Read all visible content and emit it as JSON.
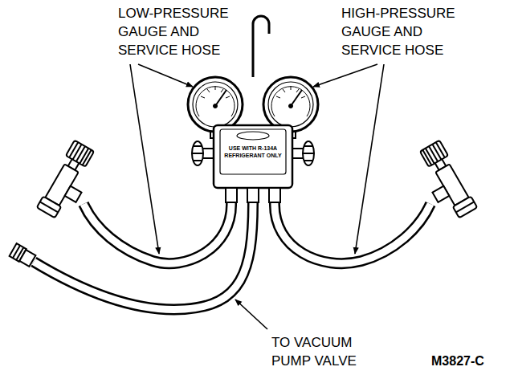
{
  "diagram": {
    "labels": [
      "LOW-PRESSURE GAUGE AND SERVICE HOSE",
      "HIGH-PRESSURE GAUGE AND SERVICE HOSE",
      "USE WITH R-134A REFRIGERANT ONLY",
      "TO VACUUM PUMP VALVE",
      "M3827-C"
    ]
  }
}
